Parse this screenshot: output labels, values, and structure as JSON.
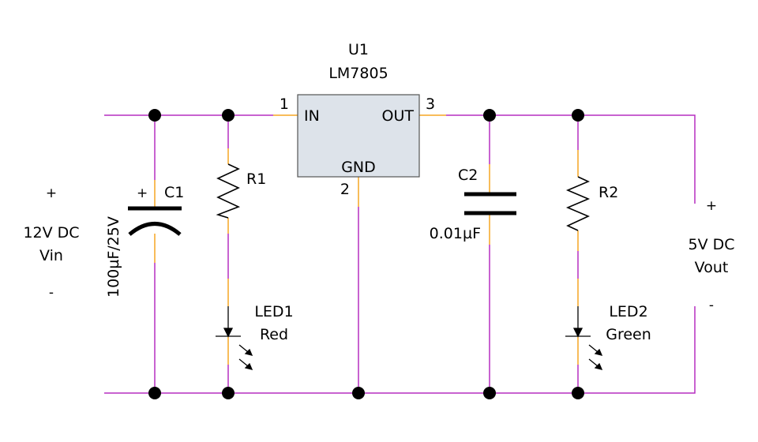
{
  "colors": {
    "wire": "#b62fc0",
    "stub": "#f5a623",
    "ink": "#000000",
    "ic_fill": "#dde3ea",
    "ic_stroke": "#555555",
    "background": "#ffffff"
  },
  "regulator": {
    "ref": "U1",
    "part": "LM7805",
    "pin_in_label": "IN",
    "pin_out_label": "OUT",
    "pin_gnd_label": "GND",
    "pin_in_number": "1",
    "pin_out_number": "3",
    "pin_gnd_number": "2"
  },
  "input": {
    "plus": "+",
    "voltage": "12V DC",
    "name": "Vin",
    "minus": "-"
  },
  "output": {
    "plus": "+",
    "voltage": "5V DC",
    "name": "Vout",
    "minus": "-"
  },
  "c1": {
    "ref": "C1",
    "value": "100µF/25V",
    "polarity": "+"
  },
  "c2": {
    "ref": "C2",
    "value": "0.01µF"
  },
  "r1": {
    "ref": "R1"
  },
  "r2": {
    "ref": "R2"
  },
  "led1": {
    "ref": "LED1",
    "color": "Red"
  },
  "led2": {
    "ref": "LED2",
    "color": "Green"
  }
}
